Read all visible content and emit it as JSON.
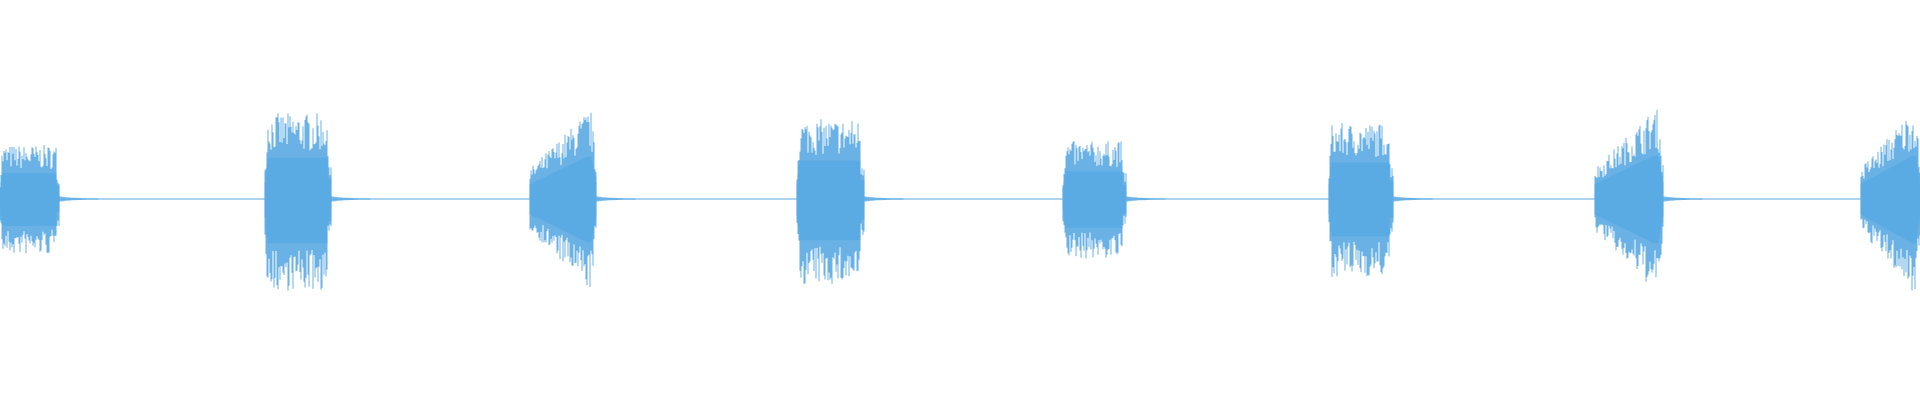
{
  "waveform": {
    "color": "#5aaae3",
    "background": "#ffffff",
    "bursts": [
      {
        "index": 1,
        "peak": 0.27,
        "trough": 0.28,
        "shape": "flat"
      },
      {
        "index": 2,
        "peak": 0.43,
        "trough": 0.46,
        "shape": "flat"
      },
      {
        "index": 3,
        "peak": 0.44,
        "trough": 0.45,
        "shape": "rising"
      },
      {
        "index": 4,
        "peak": 0.4,
        "trough": 0.43,
        "shape": "flat"
      },
      {
        "index": 5,
        "peak": 0.29,
        "trough": 0.3,
        "shape": "flat"
      },
      {
        "index": 6,
        "peak": 0.38,
        "trough": 0.39,
        "shape": "flat"
      },
      {
        "index": 7,
        "peak": 0.45,
        "trough": 0.46,
        "shape": "rising"
      },
      {
        "index": 8,
        "peak": 0.45,
        "trough": 0.46,
        "shape": "rising"
      }
    ],
    "silence_level": 0.008
  }
}
